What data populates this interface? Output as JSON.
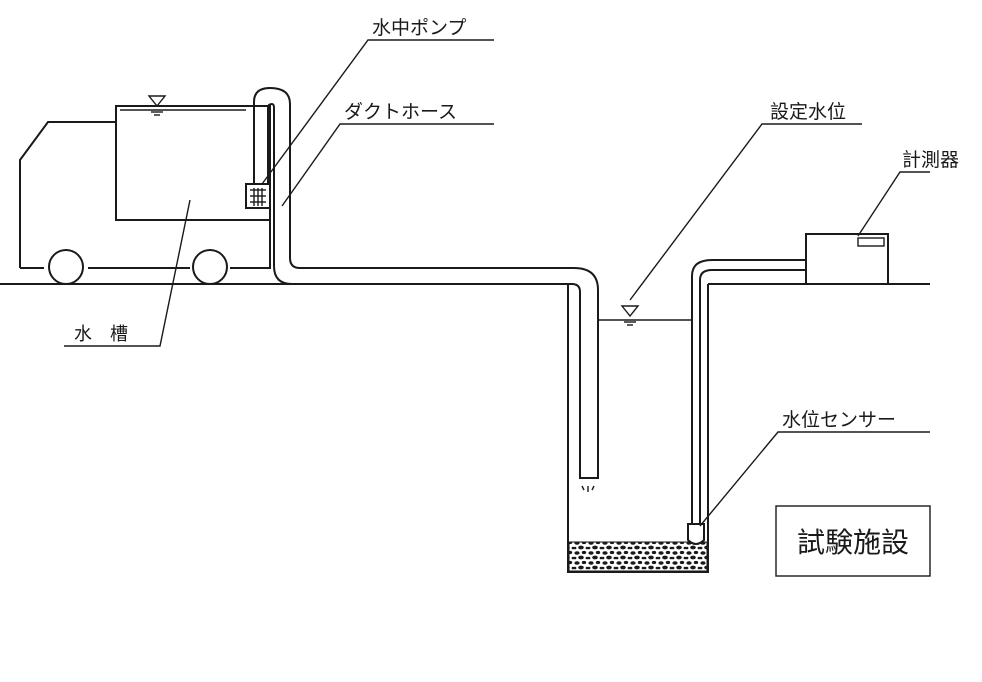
{
  "labels": {
    "pump": "水中ポンプ",
    "hose": "ダクトホース",
    "tank": "水　槽",
    "set_level": "設定水位",
    "meter": "計測器",
    "sensor": "水位センサー",
    "facility": "試験施設"
  },
  "colors": {
    "line": "#1a1a1a",
    "background": "#ffffff"
  },
  "icons": {
    "water_level_marker": "inverted-triangle-icon"
  }
}
